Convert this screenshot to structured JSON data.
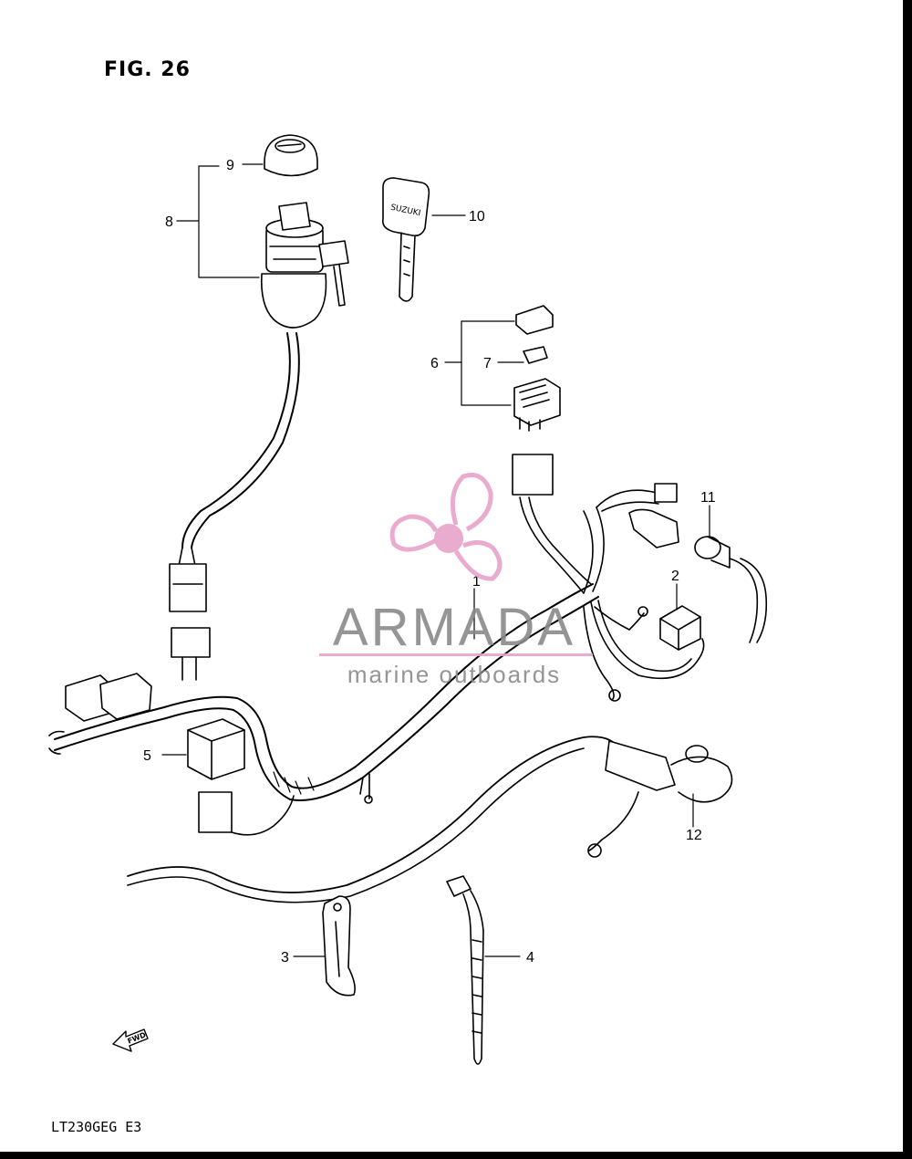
{
  "figure": {
    "title": "FIG. 26",
    "model_code": "LT230GEG  E3",
    "fwd_label": "FWD",
    "key_brand": "SUZUKI"
  },
  "parts": [
    {
      "id": "1",
      "label": "1"
    },
    {
      "id": "2",
      "label": "2"
    },
    {
      "id": "3",
      "label": "3"
    },
    {
      "id": "4",
      "label": "4"
    },
    {
      "id": "5",
      "label": "5"
    },
    {
      "id": "6",
      "label": "6"
    },
    {
      "id": "7",
      "label": "7"
    },
    {
      "id": "8",
      "label": "8"
    },
    {
      "id": "9",
      "label": "9"
    },
    {
      "id": "10",
      "label": "10"
    },
    {
      "id": "11",
      "label": "11"
    },
    {
      "id": "12",
      "label": "12"
    }
  ],
  "watermark": {
    "brand": "ARMADA",
    "tagline": "marine outboards",
    "accent_color": "#e7a3c9",
    "text_color": "#8a8a8a"
  }
}
